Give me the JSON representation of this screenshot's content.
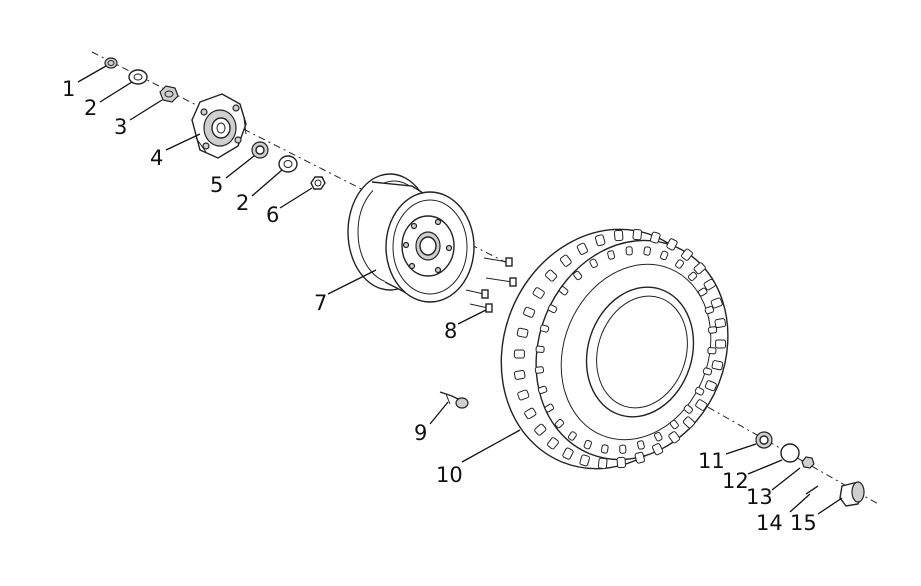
{
  "diagram": {
    "callouts": [
      {
        "id": "c1",
        "label": "1"
      },
      {
        "id": "c2a",
        "label": "2"
      },
      {
        "id": "c3",
        "label": "3"
      },
      {
        "id": "c4",
        "label": "4"
      },
      {
        "id": "c5",
        "label": "5"
      },
      {
        "id": "c2b",
        "label": "2"
      },
      {
        "id": "c6",
        "label": "6"
      },
      {
        "id": "c7",
        "label": "7"
      },
      {
        "id": "c8",
        "label": "8"
      },
      {
        "id": "c9",
        "label": "9"
      },
      {
        "id": "c10",
        "label": "10"
      },
      {
        "id": "c11",
        "label": "11"
      },
      {
        "id": "c12",
        "label": "12"
      },
      {
        "id": "c13",
        "label": "13"
      },
      {
        "id": "c14",
        "label": "14"
      },
      {
        "id": "c15",
        "label": "15"
      }
    ],
    "colors": {
      "ink": "#111111",
      "background": "#ffffff",
      "shade": "#cfcfcf"
    }
  }
}
